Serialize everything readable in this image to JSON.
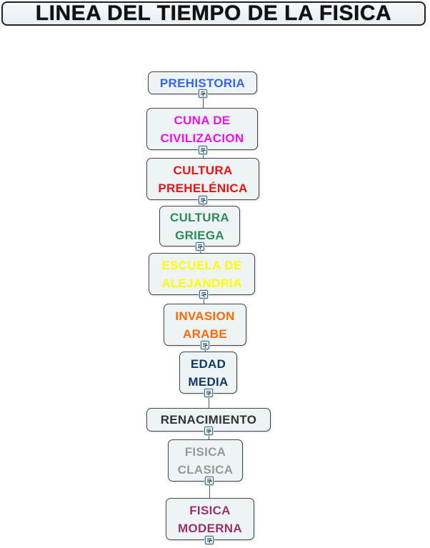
{
  "title": "LINEA DEL TIEMPO DE LA FISICA",
  "nodes": [
    {
      "label": "PREHISTORIA",
      "color": "#3366ee"
    },
    {
      "label": "CUNA DE\nCIVILIZACION",
      "color": "#ee11ee"
    },
    {
      "label": "CULTURA\nPREHELÉNICA",
      "color": "#ee1111"
    },
    {
      "label": "CULTURA\nGRIEGA",
      "color": "#2e8b57"
    },
    {
      "label": "ESCUELA DE\nALEJANDRIA",
      "color": "#ffff00"
    },
    {
      "label": "INVASION\nARABE",
      "color": "#ff6a00"
    },
    {
      "label": "EDAD\nMEDIA",
      "color": "#0d3b66"
    },
    {
      "label": "RENACIMIENTO",
      "color": "#333333"
    },
    {
      "label": "FISICA\nCLASICA",
      "color": "#999999"
    },
    {
      "label": "FISICA\nMODERNA",
      "color": "#993366"
    }
  ],
  "note_icon": "note-icon"
}
